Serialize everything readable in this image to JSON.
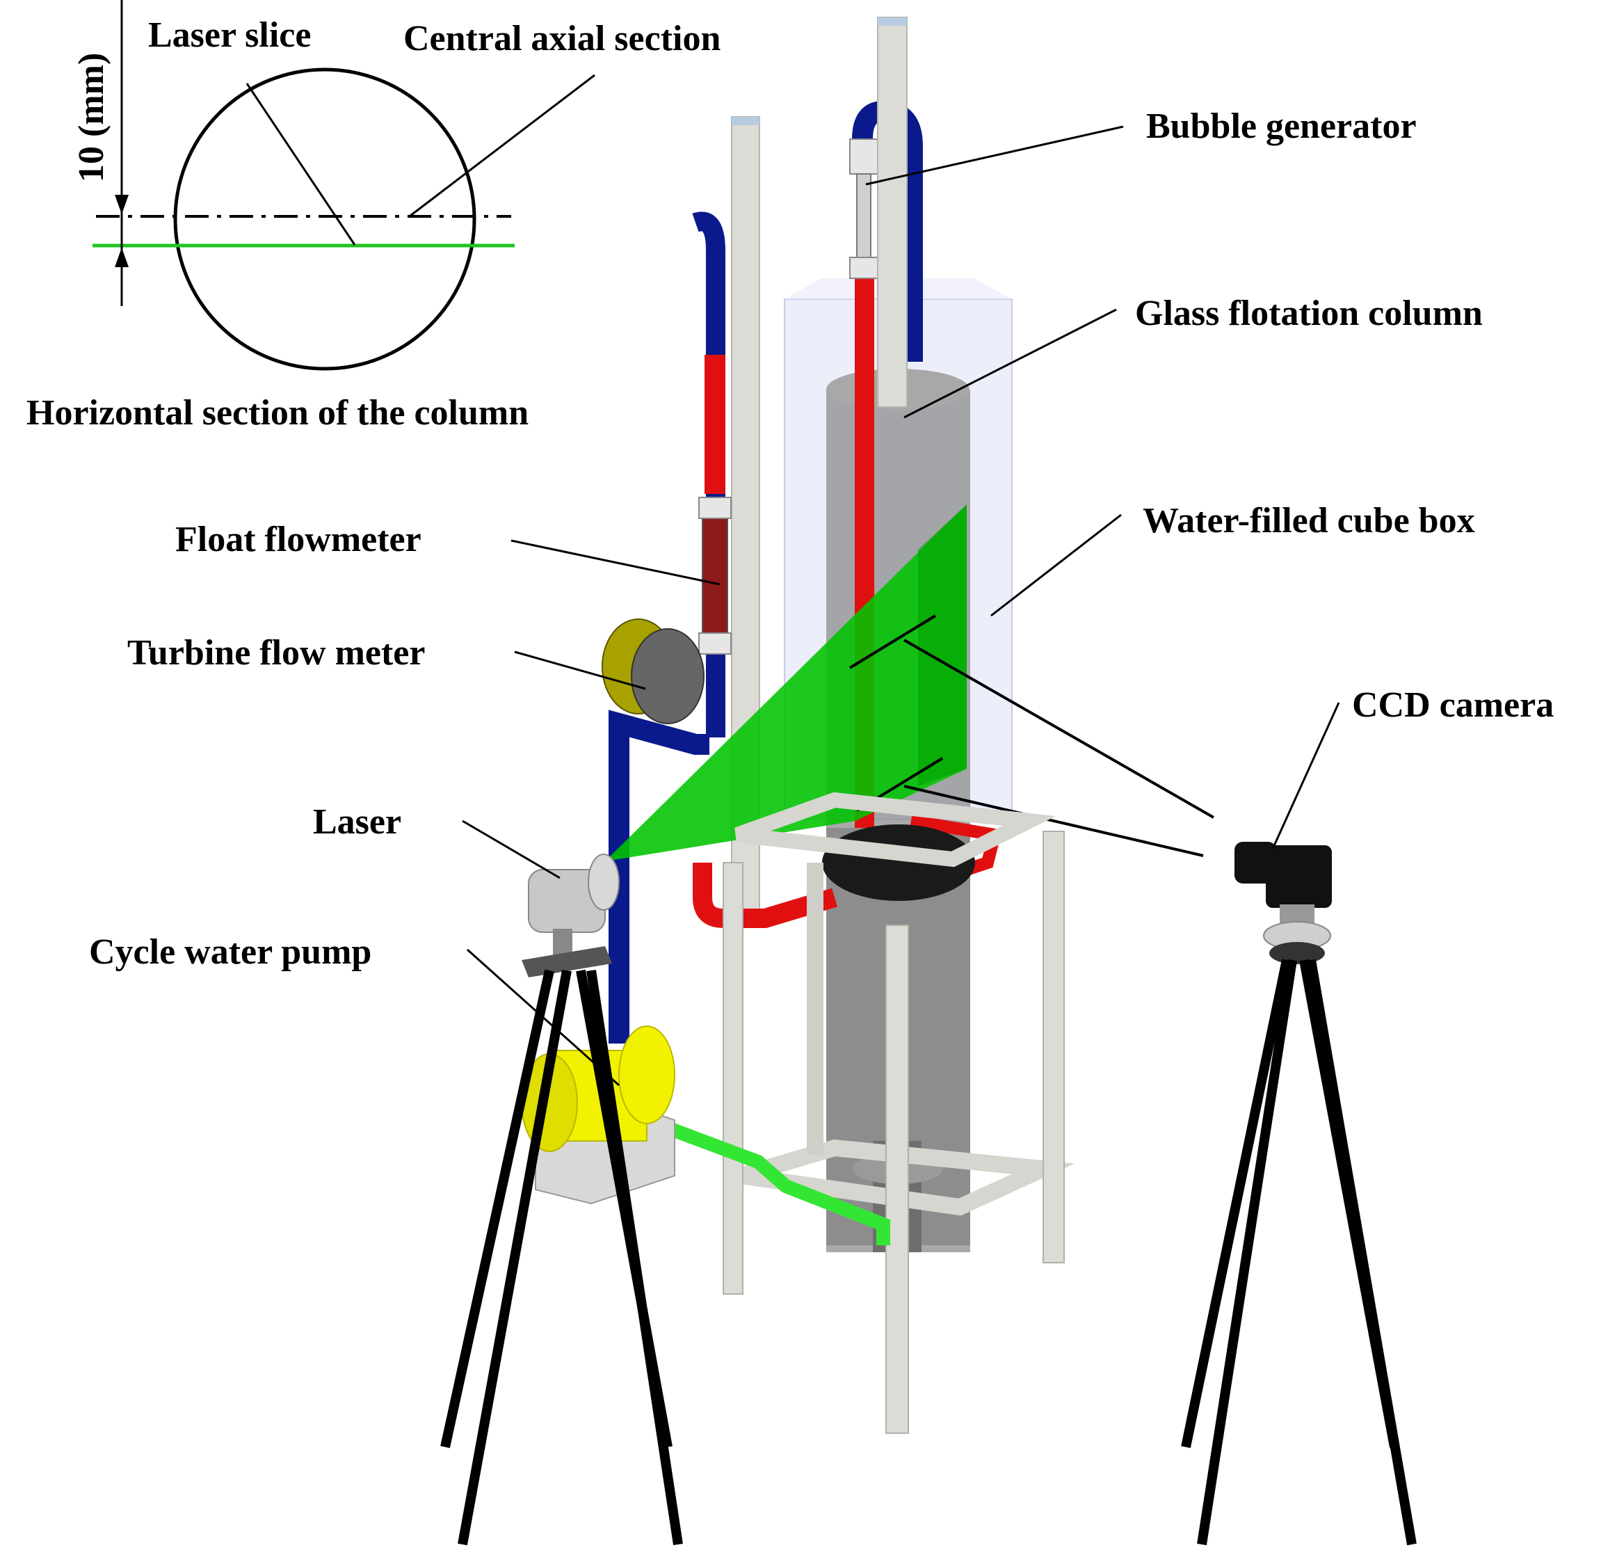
{
  "labels": {
    "laser_slice": "Laser slice",
    "central_axial_section": "Central axial section",
    "dimension": "10 (mm)",
    "horizontal_section": "Horizontal section of the column",
    "bubble_generator": "Bubble generator",
    "glass_flotation_column": "Glass flotation column",
    "water_filled_cube_box": "Water-filled cube box",
    "float_flowmeter": "Float flowmeter",
    "turbine_flow_meter": "Turbine flow meter",
    "ccd_camera": "CCD camera",
    "laser": "Laser",
    "cycle_water_pump": "Cycle water pump"
  },
  "colors": {
    "laser_sheet": "#00c400",
    "laser_line": "#1fc41f",
    "pipe_blue": "#0a1a8c",
    "pipe_red": "#e01010",
    "pipe_green": "#33e633",
    "pump_yellow": "#f2f200",
    "flowmeter_olive": "#a8a200",
    "frame_gray": "#dcdcd6",
    "column_gray": "#8c8c8c",
    "cube_tint": "#dde0f5"
  }
}
